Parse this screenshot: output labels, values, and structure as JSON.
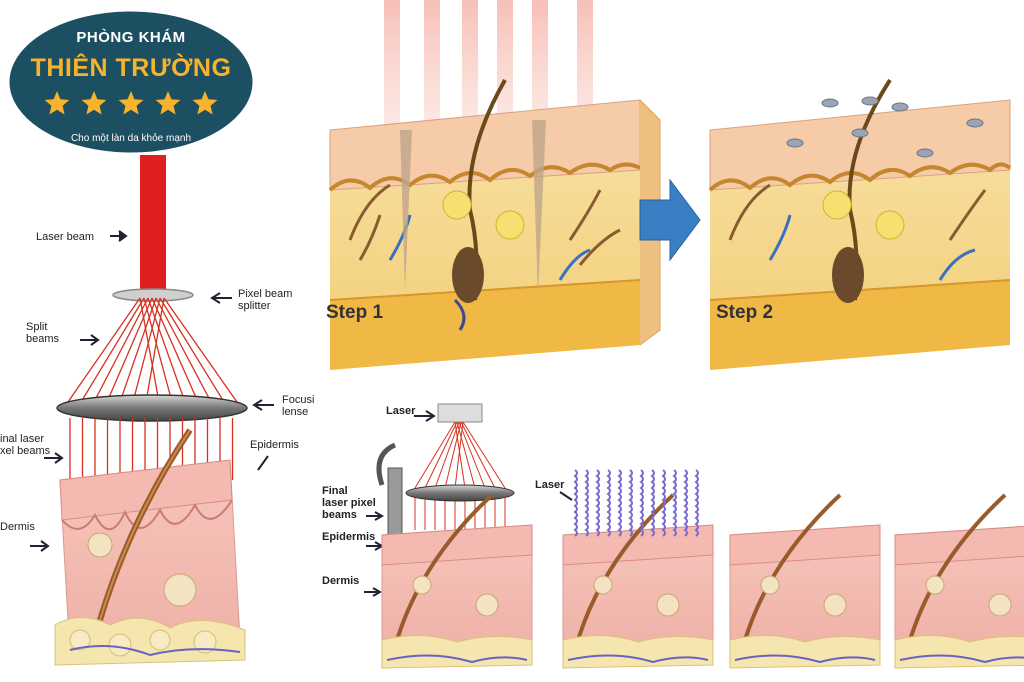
{
  "logo": {
    "line1": "PHÒNG KHÁM",
    "line2": "THIÊN TRƯỜNG",
    "tagline": "Cho một làn da khỏe mạnh",
    "stars": 5,
    "bg_color": "#1d4f63",
    "accent_color": "#f7b32b"
  },
  "left_diagram": {
    "laser_beam": "Laser beam",
    "splitter_1": "Pixel beam",
    "splitter_2": "splitter",
    "split_1": "Split",
    "split_2": "beams",
    "focus_1": "Focusi",
    "focus_2": "lense",
    "final_1": "inal laser",
    "final_2": "xel beams",
    "epidermis": "Epidermis",
    "dermis": "Dermis"
  },
  "steps": {
    "step1": "Step 1",
    "step2": "Step 2"
  },
  "bottom_diagram": {
    "laser": "Laser",
    "final_1": "Final",
    "final_2": "laser pixel",
    "final_3": "beams",
    "epidermis": "Epidermis",
    "dermis": "Dermis",
    "laser_2": "Laser"
  },
  "colors": {
    "laser_red": "#e02020",
    "arrow_blue": "#3a7fc4",
    "skin_top": "#f3c9a4",
    "skin_fat": "#f0b844",
    "skin_pink": "#f1b8b2"
  }
}
